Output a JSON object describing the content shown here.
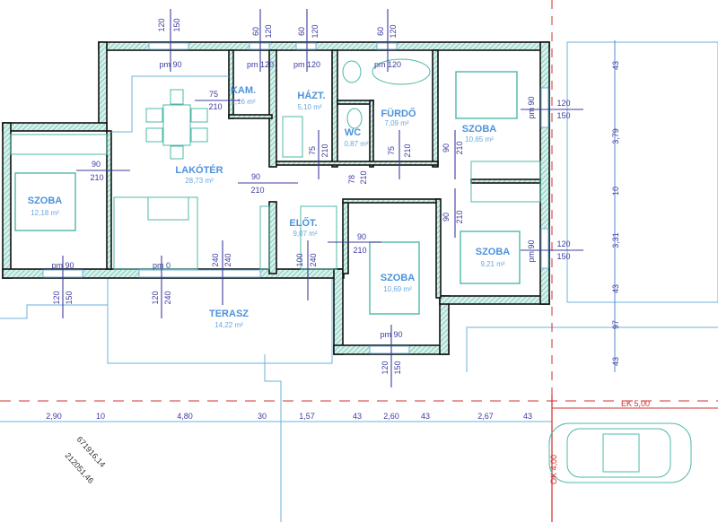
{
  "rooms": {
    "kam": {
      "name": "KAM.",
      "area": "2,16 m²"
    },
    "hazt": {
      "name": "HÁZT.",
      "area": "5,10 m²"
    },
    "furdo": {
      "name": "FÜRDŐ",
      "area": "7,09 m²"
    },
    "wc": {
      "name": "WC",
      "area": "0,87 m²"
    },
    "szoba_ne": {
      "name": "SZOBA",
      "area": "10,65 m²"
    },
    "lakoter": {
      "name": "LAKÓTÉR",
      "area": "28,73 m²"
    },
    "szoba_w": {
      "name": "SZOBA",
      "area": "12,18 m²"
    },
    "elot": {
      "name": "ELŐT.",
      "area": "9,07 m²"
    },
    "szoba_s": {
      "name": "SZOBA",
      "area": "10,69 m²"
    },
    "szoba_se": {
      "name": "SZOBA",
      "area": "9,21 m²"
    },
    "terasz": {
      "name": "TERASZ",
      "area": "14,22 m²"
    }
  },
  "windows": [
    {
      "sill": "pm 90",
      "w": "120",
      "h": "150"
    },
    {
      "sill": "pm 120",
      "w": "60",
      "h": "120"
    },
    {
      "sill": "pm 120",
      "w": "60",
      "h": "120"
    },
    {
      "sill": "pm 120",
      "w": "60",
      "h": "120"
    },
    {
      "sill": "pm 90",
      "w": "120",
      "h": "150"
    },
    {
      "sill": "pm 90",
      "w": "120",
      "h": "150"
    },
    {
      "sill": "pm 90",
      "w": "120",
      "h": "150"
    },
    {
      "sill": "pm 0",
      "w": "120",
      "h": "240"
    },
    {
      "sill": "pm 90",
      "w": "120",
      "h": "150"
    }
  ],
  "doors": [
    {
      "w": "75",
      "h": "210"
    },
    {
      "w": "90",
      "h": "210"
    },
    {
      "w": "90",
      "h": "210"
    },
    {
      "w": "75",
      "h": "210"
    },
    {
      "w": "75",
      "h": "210"
    },
    {
      "w": "78",
      "h": "210"
    },
    {
      "w": "90",
      "h": "210"
    },
    {
      "w": "90",
      "h": "210"
    },
    {
      "w": "90",
      "h": "210"
    },
    {
      "w": "240",
      "h": "240"
    },
    {
      "w": "100",
      "h": "240"
    }
  ],
  "dims_horizontal": [
    "2,90",
    "10",
    "4,80",
    "30",
    "1,57",
    "43",
    "2,60",
    "43",
    "2,67",
    "43"
  ],
  "dims_vertical": [
    "43",
    "3,79",
    "10",
    "3,31",
    "43",
    "97",
    "43"
  ],
  "site": {
    "ek": "EK 5,00",
    "ok": "OK 4,00",
    "coord_x": "671916,14",
    "coord_y": "212051,46"
  },
  "colors": {
    "wall_hatch": "#4cb8a8",
    "room_label": "#4b93dc",
    "dimension": "#3c3ca0",
    "boundary": "#d0302c"
  }
}
